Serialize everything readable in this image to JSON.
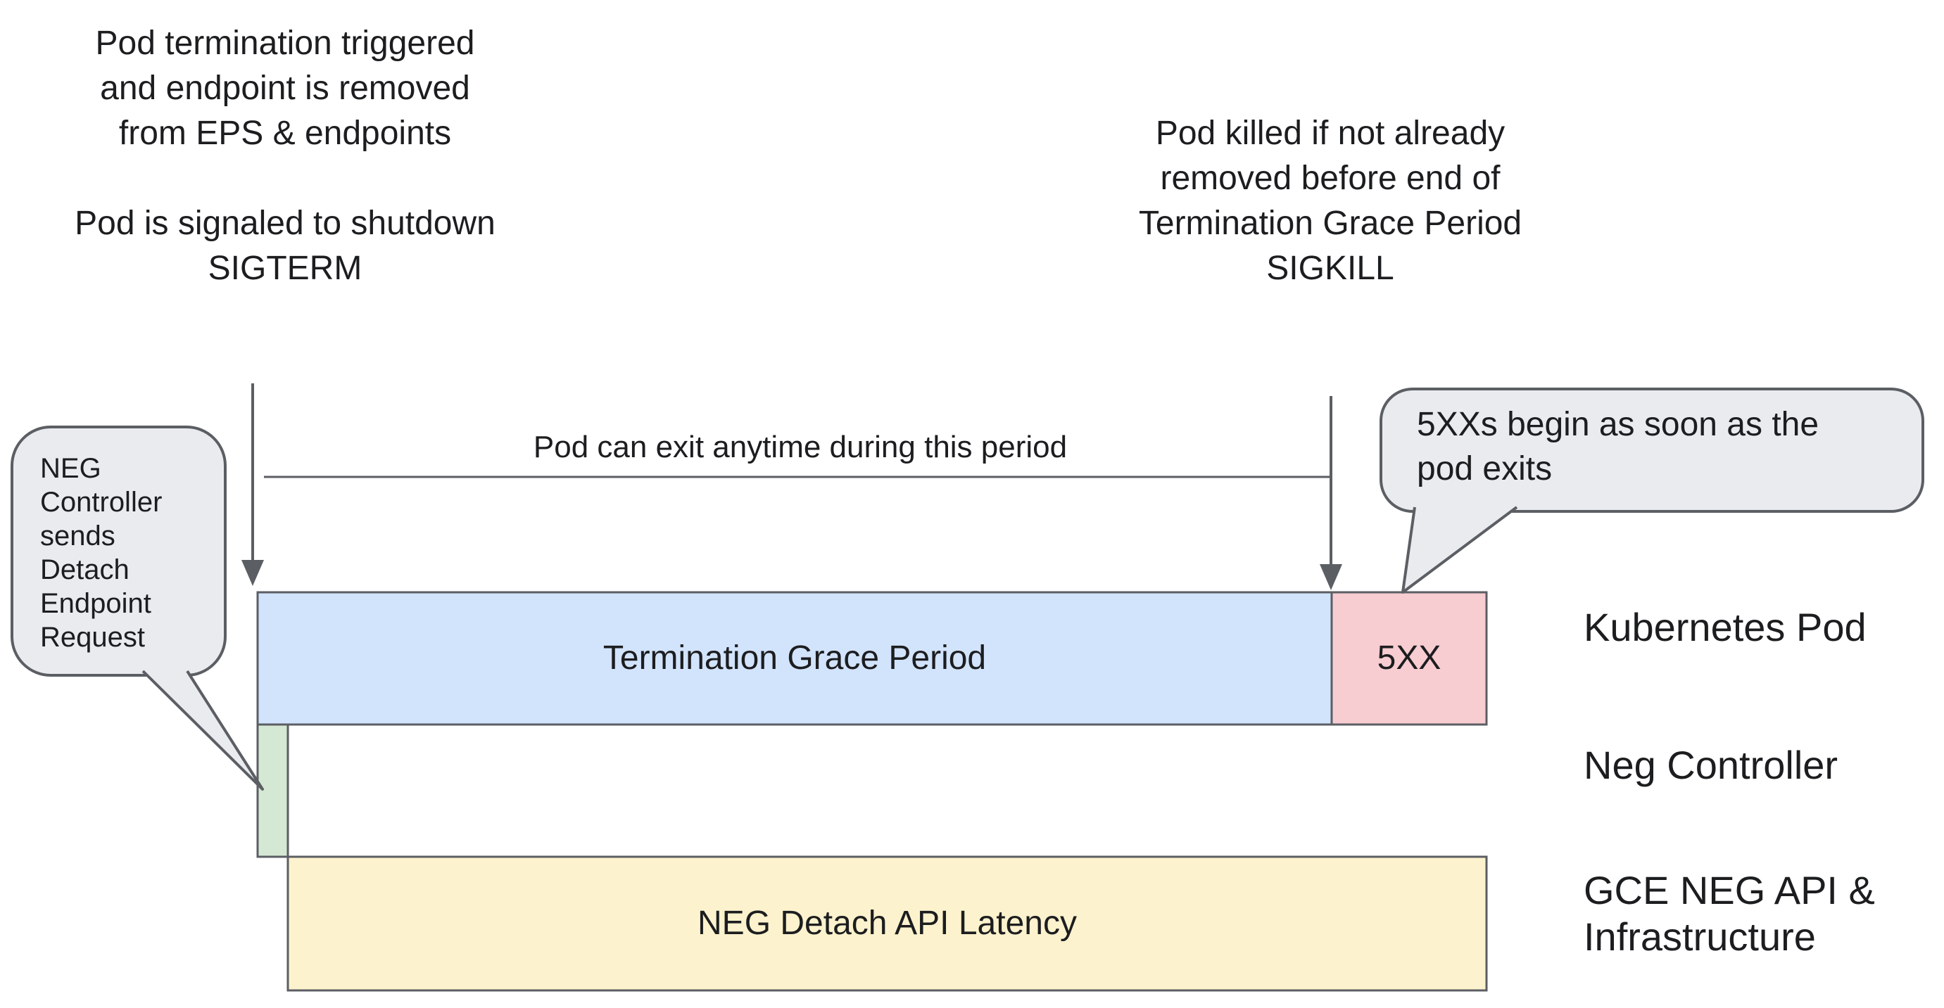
{
  "notes": {
    "pod_termination": "Pod termination triggered\nand endpoint is removed\nfrom EPS & endpoints\n\nPod is signaled to shutdown\nSIGTERM",
    "pod_killed": "Pod killed if not already\nremoved before end of\nTermination Grace Period\nSIGKILL",
    "span_label": "Pod can exit anytime during this period"
  },
  "callouts": {
    "neg_controller": {
      "text": "NEG\nController\nsends\nDetach\nEndpoint\nRequest",
      "fill": "#e9ebef"
    },
    "fivexx": {
      "text": "5XXs begin as soon as the\npod exits",
      "fill": "#e9ebef"
    }
  },
  "bars": {
    "termination_grace_period": {
      "label": "Termination Grace Period",
      "fill": "#d2e3fc"
    },
    "fivexx": {
      "label": "5XX",
      "fill": "#f7cdd1"
    },
    "neg_controller_tick": {
      "fill": "#d5e8d4"
    },
    "neg_detach_latency": {
      "label": "NEG Detach API Latency",
      "fill": "#fcf2cd"
    }
  },
  "lanes": {
    "kubernetes_pod": "Kubernetes Pod",
    "neg_controller": "Neg Controller",
    "gce_neg_api": "GCE NEG API &\nInfrastructure"
  },
  "colors": {
    "line": "#5b5e63",
    "text": "#1c1d1f",
    "background": "#ffffff"
  }
}
